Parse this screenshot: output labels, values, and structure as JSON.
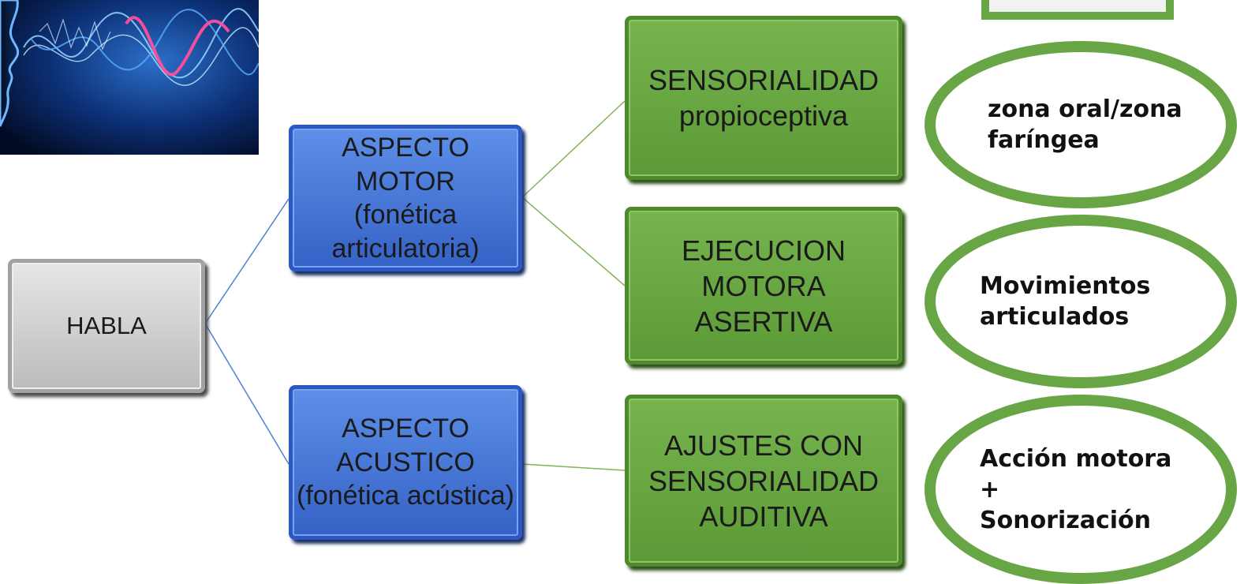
{
  "diagram": {
    "root": {
      "label": "HABLA"
    },
    "branches": [
      {
        "label": "ASPECTO MOTOR\n(fonética\narticulatoria)",
        "children": [
          {
            "label": "SENSORIALIDAD\npropioceptiva",
            "note": "zona oral/zona\nfaríngea"
          },
          {
            "label": "EJECUCION\nMOTORA\nASERTIVA",
            "note": "Movimientos\narticulados"
          }
        ]
      },
      {
        "label": "ASPECTO\nACUSTICO\n(fonética acústica)",
        "children": [
          {
            "label": "AJUSTES CON\nSENSORIALIDAD\nAUDITIVA",
            "note": "Acción motora\n+\nSonorización"
          }
        ]
      }
    ]
  },
  "images": [
    {
      "name": "sound-wave-face-image"
    },
    {
      "name": "corner-picture-frame"
    }
  ],
  "colors": {
    "root_fill": "#c8c8c8",
    "level1_fill": "#4a7fdc",
    "level2_fill": "#6aa843",
    "oval_border": "#68a545",
    "connector_blue": "#4f7fd6",
    "connector_green": "#7fb55a"
  }
}
